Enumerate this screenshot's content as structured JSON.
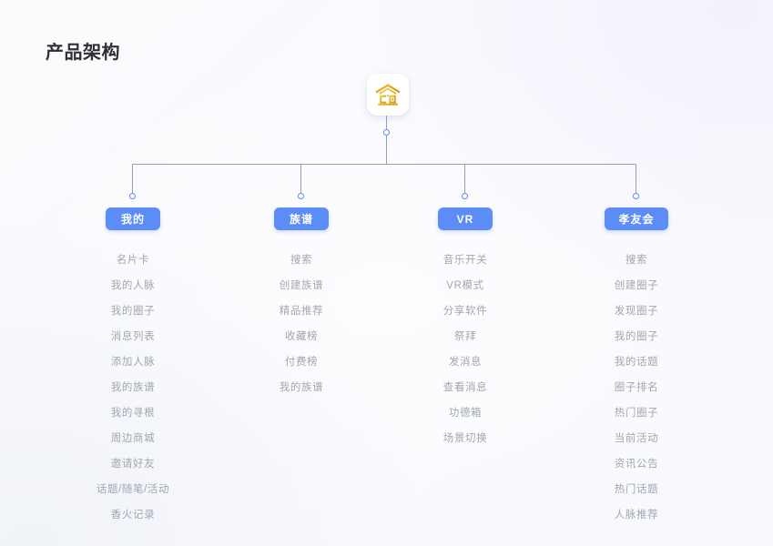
{
  "page": {
    "title": "产品架构",
    "background_top": "#fafaff",
    "background_bottom_left": "#f0f3f8"
  },
  "root": {
    "icon": "ancestral-hall-house-icon",
    "icon_color": "#e6b325"
  },
  "theme": {
    "accent": "#5c8cf5",
    "node_ring": "#5a8cf0",
    "line": "#9aa0ab",
    "item_text": "#a2a6b0",
    "title_text": "#2f3033"
  },
  "columns": [
    {
      "label": "我的",
      "items": [
        "名片卡",
        "我的人脉",
        "我的圈子",
        "消息列表",
        "添加人脉",
        "我的族谱",
        "我的寻根",
        "周边商城",
        "邀请好友",
        "话题/随笔/活动",
        "香火记录"
      ]
    },
    {
      "label": "族谱",
      "items": [
        "搜索",
        "创建族谱",
        "精品推荐",
        "收藏榜",
        "付费榜",
        "我的族谱"
      ]
    },
    {
      "label": "VR",
      "items": [
        "音乐开关",
        "VR模式",
        "分享软件",
        "祭拜",
        "发消息",
        "查看消息",
        "功德箱",
        "场景切换"
      ]
    },
    {
      "label": "孝友会",
      "items": [
        "搜索",
        "创建圈子",
        "发现圈子",
        "我的圈子",
        "我的话题",
        "圈子排名",
        "热门圈子",
        "当前活动",
        "资讯公告",
        "热门话题",
        "人脉推荐"
      ]
    }
  ]
}
